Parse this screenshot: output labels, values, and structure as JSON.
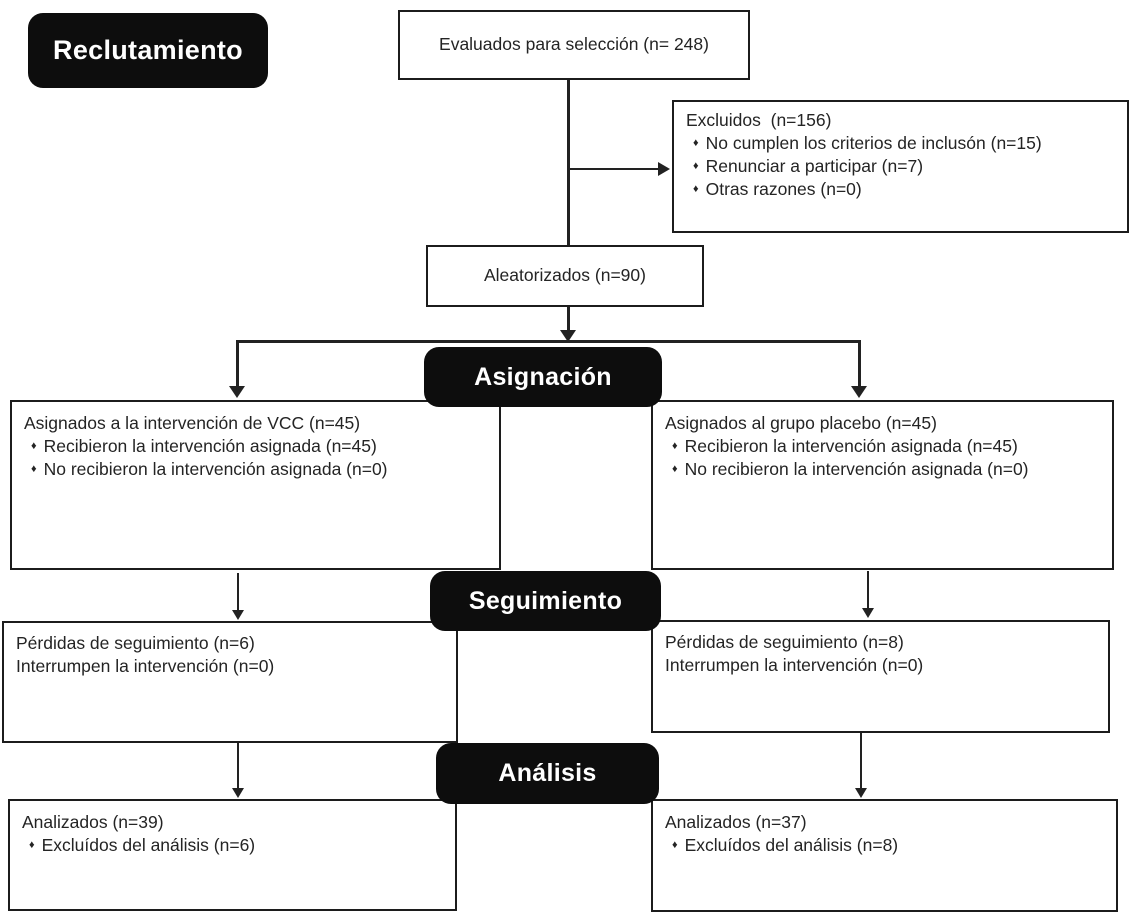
{
  "diagram": {
    "stages": {
      "recruitment": "Reclutamiento",
      "allocation": "Asignación",
      "followup": "Seguimiento",
      "analysis": "Análisis"
    },
    "bullet_glyph": "♦",
    "boxes": {
      "assessed": {
        "title": "Evaluados para selección (n= 248)"
      },
      "excluded": {
        "title": "Excluidos  (n=156)",
        "bullets": [
          "No cumplen los criterios de inclusón (n=15)",
          "Renunciar a participar (n=7)",
          "Otras razones (n=0)"
        ]
      },
      "randomized": {
        "title": "Aleatorizados (n=90)"
      },
      "alloc_left": {
        "title": "Asignados a la intervención de VCC (n=45)",
        "bullets": [
          "Recibieron la intervención asignada (n=45)",
          "No recibieron la intervención asignada (n=0)"
        ]
      },
      "alloc_right": {
        "title": "Asignados al grupo placebo (n=45)",
        "bullets": [
          "Recibieron la intervención asignada (n=45)",
          "No recibieron la intervención asignada (n=0)"
        ]
      },
      "followup_left": {
        "line1": "Pérdidas de seguimiento (n=6)",
        "line2": "Interrumpen la intervención (n=0)"
      },
      "followup_right": {
        "line1": "Pérdidas de seguimiento (n=8)",
        "line2": "Interrumpen la intervención (n=0)"
      },
      "analysis_left": {
        "title": "Analizados (n=39)",
        "bullets": [
          "Excluídos del análisis (n=6)"
        ]
      },
      "analysis_right": {
        "title": "Analizados (n=37)",
        "bullets": [
          "Excluídos del análisis (n=8)"
        ]
      }
    },
    "colors": {
      "label_background": "#0d0d0d",
      "label_text": "#ffffff",
      "box_border": "#1c1c1c",
      "line": "#222222",
      "text": "#242424",
      "background": "#ffffff"
    }
  }
}
